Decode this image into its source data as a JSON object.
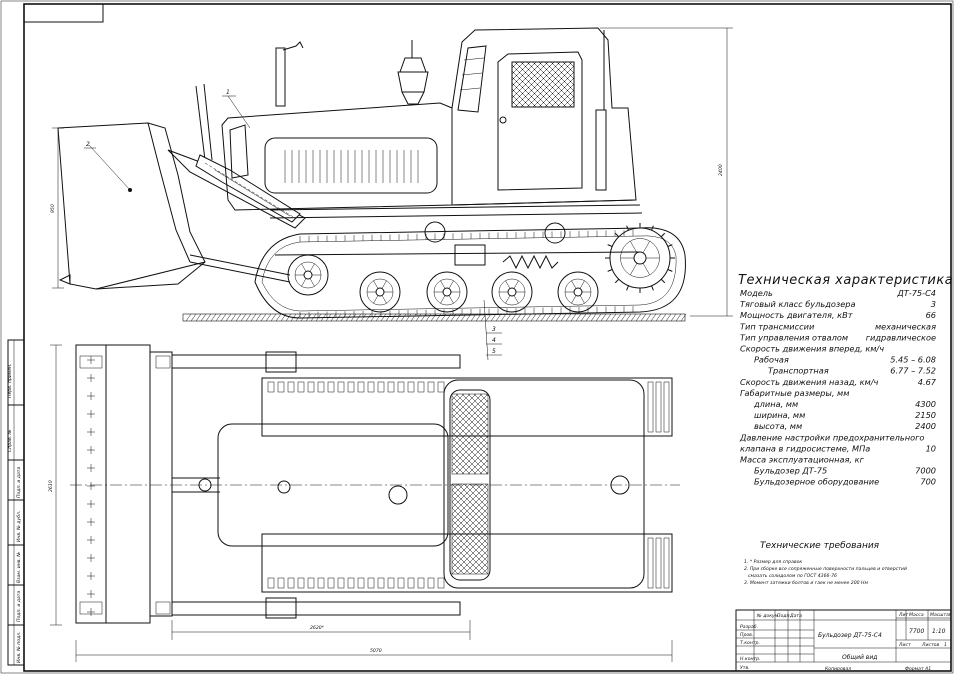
{
  "specs": {
    "title": "Техническая характеристика",
    "rows": [
      {
        "label": "Модель",
        "value": "ДТ-75-С4",
        "indent": 0
      },
      {
        "label": "Тяговый класс бульдозера",
        "value": "3",
        "indent": 0
      },
      {
        "label": "Мощность двигателя, кВт",
        "value": "66",
        "indent": 0
      },
      {
        "label": "Тип трансмиссии",
        "value": "механическая",
        "indent": 0
      },
      {
        "label": "Тип управления отвалом",
        "value": "гидравлическое",
        "indent": 0
      },
      {
        "label": "Скорость движения вперед, км/ч",
        "value": "",
        "indent": 0
      },
      {
        "label": "Рабочая",
        "value": "5.45 – 6.08",
        "indent": 1
      },
      {
        "label": "Транспортная",
        "value": "6.77 – 7.52",
        "indent": 2
      },
      {
        "label": "Скорость движения назад, км/ч",
        "value": "4.67",
        "indent": 0
      },
      {
        "label": "Габаритные размеры, мм",
        "value": "",
        "indent": 0
      },
      {
        "label": "длина, мм",
        "value": "4300",
        "indent": 1
      },
      {
        "label": "ширина, мм",
        "value": "2150",
        "indent": 1
      },
      {
        "label": "высота, мм",
        "value": "2400",
        "indent": 1
      },
      {
        "label": "Давление настройки предохранительного",
        "value": "",
        "indent": 0
      },
      {
        "label": "клапана в гидросистеме, МПа",
        "value": "10",
        "indent": 0
      },
      {
        "label": "Масса эксплуатационная, кг",
        "value": "",
        "indent": 0
      },
      {
        "label": "Бульдозер ДТ-75",
        "value": "7000",
        "indent": 1
      },
      {
        "label": "Бульдозерное оборудование",
        "value": "700",
        "indent": 1
      }
    ]
  },
  "requirements": {
    "title": "Технические требования",
    "items": [
      "1. * Размер для справок",
      "2. При сборке все сопряженные поверхности пальцев и отверстий",
      "смазать солидолом по ГОСТ 4366-76",
      "3. Момент затяжки болтов и гаек не менее 200 Нм"
    ]
  },
  "dimensions": {
    "blade_height": "950",
    "overall_height": "2400",
    "plan_width": "2610",
    "track_base": "2620*",
    "overall_length": "5070"
  },
  "callouts": [
    "1",
    "2",
    "3",
    "4",
    "5"
  ],
  "title_block": {
    "designation": "Бульдозер ДТ-75-С4",
    "sheet_type": "Общий вид",
    "lit": "Лит",
    "mass_label": "Масса",
    "scale_label": "Масштаб",
    "mass": "7700",
    "scale": "1:10",
    "sheet_label": "Лист",
    "sheets_label": "Листов",
    "sheets": "1",
    "role_dev": "Разраб.",
    "role_chk": "Пров.",
    "role_tc": "Т.контр.",
    "role_nc": "Н.контр.",
    "role_app": "Утв.",
    "hdr_doc": "№ докум.",
    "hdr_sign": "Подп.",
    "hdr_date": "Дата",
    "copied": "Копировал",
    "format": "Формат  А1"
  },
  "side_strip": [
    "Перв. примен.",
    "Справ. №",
    "Подп. и дата",
    "Инв. № дубл.",
    "Взам. инв. №",
    "Подп. и дата",
    "Инв. № подл."
  ]
}
